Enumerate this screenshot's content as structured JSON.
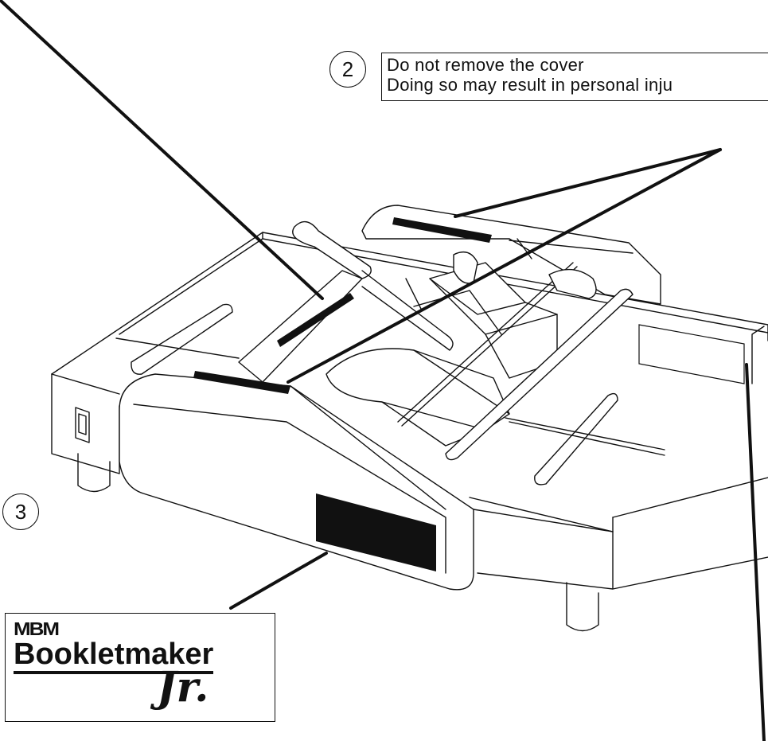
{
  "callouts": {
    "two": "2",
    "three": "3"
  },
  "warning": {
    "line1": "Do not remove the cover",
    "line2": "Doing so may result in personal inju"
  },
  "logo": {
    "brand": "MBM",
    "product": "Bookletmaker",
    "suffix": "Jr."
  },
  "colors": {
    "ink": "#111111",
    "paper": "#ffffff"
  }
}
